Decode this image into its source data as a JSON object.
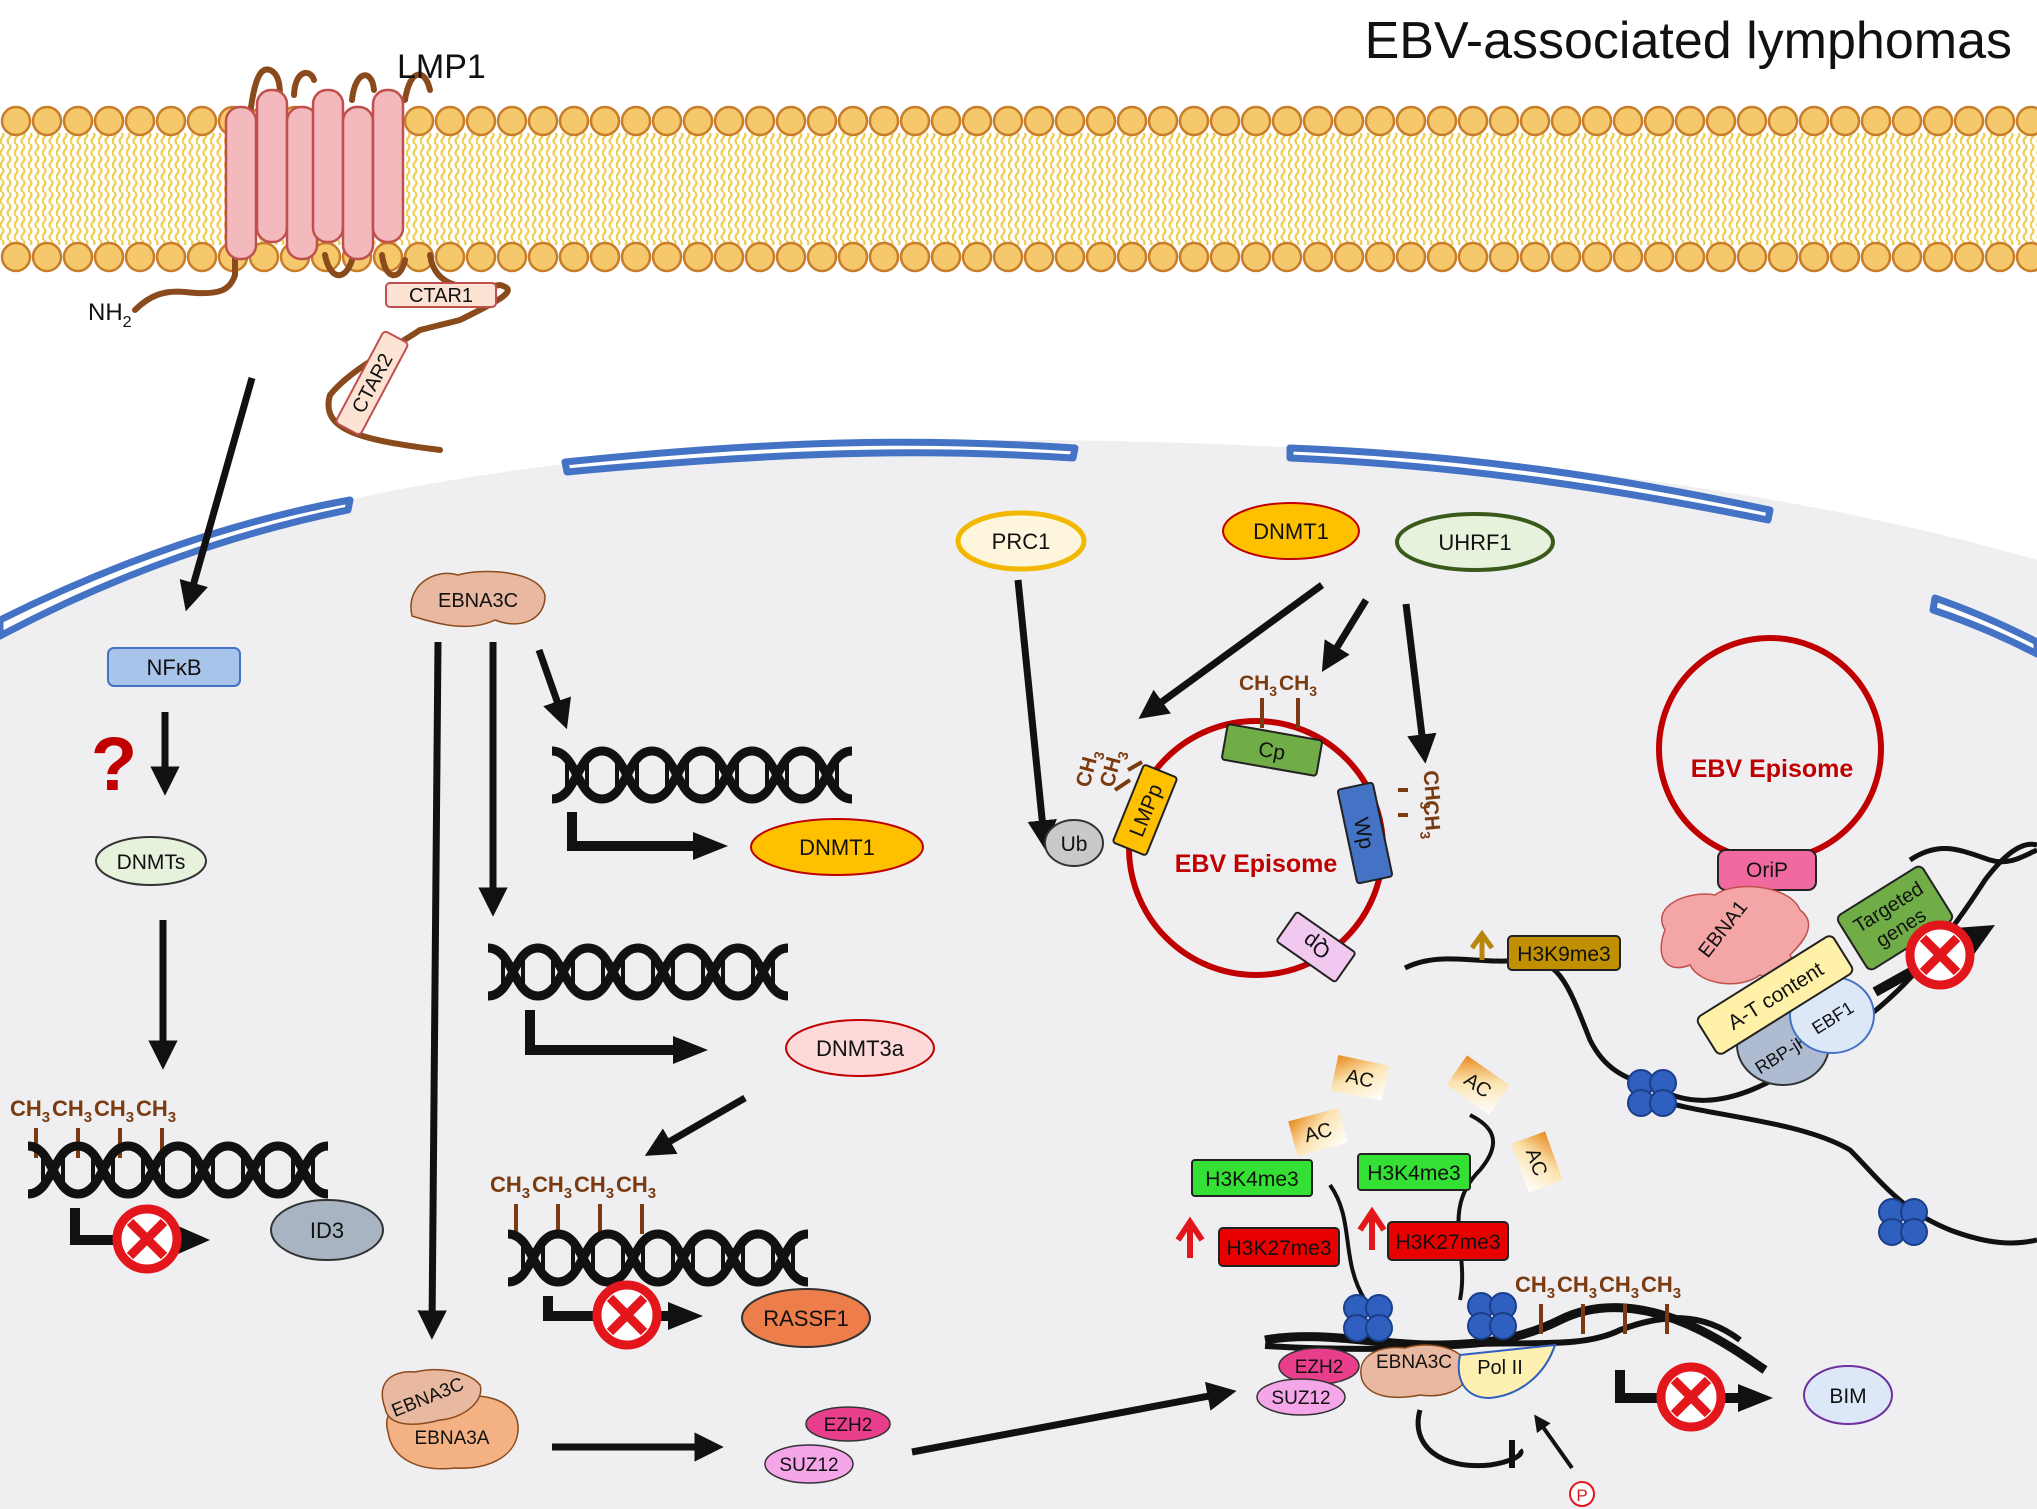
{
  "title": "EBV-associated lymphomas",
  "membrane": {
    "protein": "LMP1",
    "nterm": "NH",
    "nterm_sub": "2",
    "ctar1": "CTAR1",
    "ctar2": "CTAR2"
  },
  "methyl": {
    "ch": "CH",
    "sub": "3"
  },
  "left_pathway": {
    "nfkb": "NFκB",
    "question": "?",
    "dnmts": "DNMTs",
    "target": "ID3"
  },
  "ebna3c_pathway": {
    "ebna3c": "EBNA3C",
    "dnmt1": "DNMT1",
    "dnmt3a": "DNMT3a",
    "rassf1": "RASSF1",
    "complex_a": "EBNA3C",
    "complex_b": "EBNA3A",
    "ezh2": "EZH2",
    "suz12": "SUZ12"
  },
  "episome_center": {
    "prc1": "PRC1",
    "dnmt1": "DNMT1",
    "uhrf1": "UHRF1",
    "label": "EBV Episome",
    "ub": "Ub",
    "lmpp": "LMPp",
    "cp": "Cp",
    "wp": "Wp",
    "qp": "Qp"
  },
  "episome_right": {
    "label": "EBV Episome",
    "orip": "OriP",
    "ebna1": "EBNA1",
    "at_content": "A-T content",
    "targeted": "Targeted",
    "genes": "genes",
    "rbpjk": "RBP-jK",
    "ebf1": "EBF1",
    "h3k9me3": "H3K9me3"
  },
  "chromatin": {
    "ac": "AC",
    "h3k4me3": "H3K4me3",
    "h3k27me3": "H3K27me3",
    "ezh2": "EZH2",
    "suz12": "SUZ12",
    "ebna3c": "EBNA3C",
    "pol2": "Pol II",
    "phospho": "P",
    "target": "BIM"
  },
  "colors": {
    "membrane_head": "#f5c86b",
    "membrane_tail": "#f3d35c",
    "lmp1": "#f4b9bc",
    "tether": "#8a4a1b",
    "nucleus": "#efeff1",
    "envelope": "#4472c4",
    "inhibit": "#e3161b",
    "episome_ring": "#c00000"
  }
}
